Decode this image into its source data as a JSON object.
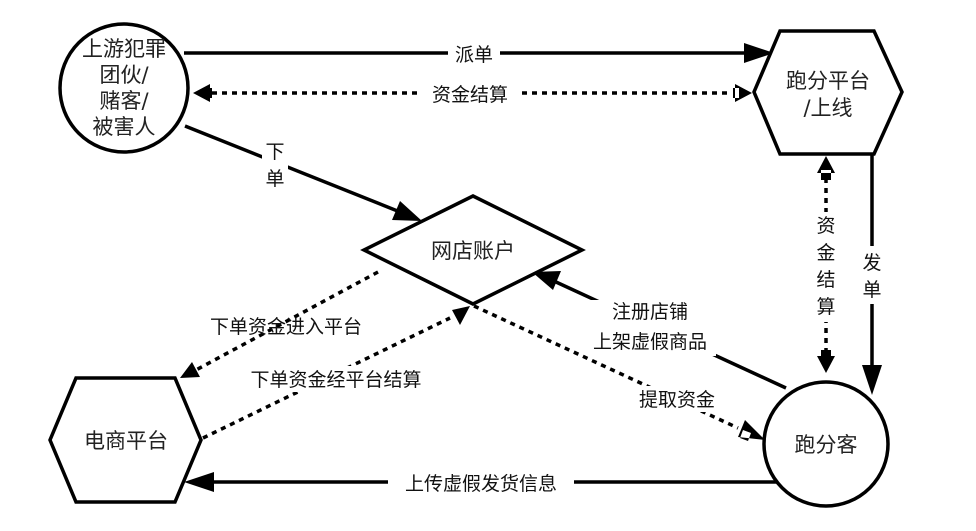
{
  "nodes": {
    "upstream": {
      "lines": [
        "上游犯罪",
        "团伙/",
        "赌客/",
        "被害人"
      ],
      "shape": "circle"
    },
    "platform": {
      "lines": [
        "跑分平台",
        "/上线"
      ],
      "shape": "hexagon"
    },
    "shop": {
      "lines": [
        "网店账户"
      ],
      "shape": "diamond"
    },
    "ecommerce": {
      "lines": [
        "电商平台"
      ],
      "shape": "hexagon"
    },
    "runner": {
      "lines": [
        "跑分客"
      ],
      "shape": "circle"
    }
  },
  "edges": {
    "dispatch": {
      "label": "派单",
      "from": "upstream",
      "to": "platform",
      "style": "solid"
    },
    "settle_top": {
      "label": "资金结算",
      "from": "upstream",
      "to": "platform",
      "style": "dotted-bidirectional"
    },
    "order": {
      "lines": [
        "下",
        "单"
      ],
      "from": "upstream",
      "to": "shop",
      "style": "solid"
    },
    "settle_right": {
      "lines": [
        "资",
        "金",
        "结",
        "算"
      ],
      "from": "platform",
      "to": "runner",
      "style": "dotted-bidirectional"
    },
    "issue": {
      "lines": [
        "发",
        "单"
      ],
      "from": "platform",
      "to": "runner",
      "style": "solid"
    },
    "funds_in": {
      "label": "下单资金进入平台",
      "from": "shop",
      "to": "ecommerce",
      "style": "dotted"
    },
    "funds_settle": {
      "label": "下单资金经平台结算",
      "from": "ecommerce",
      "to": "shop",
      "style": "dotted"
    },
    "register": {
      "lines": [
        "注册店铺",
        "上架虚假商品"
      ],
      "from": "runner",
      "to": "shop",
      "style": "solid"
    },
    "withdraw": {
      "label": "提取资金",
      "from": "shop",
      "to": "runner",
      "style": "dotted"
    },
    "upload": {
      "label": "上传虚假发货信息",
      "from": "runner",
      "to": "ecommerce",
      "style": "solid"
    }
  }
}
